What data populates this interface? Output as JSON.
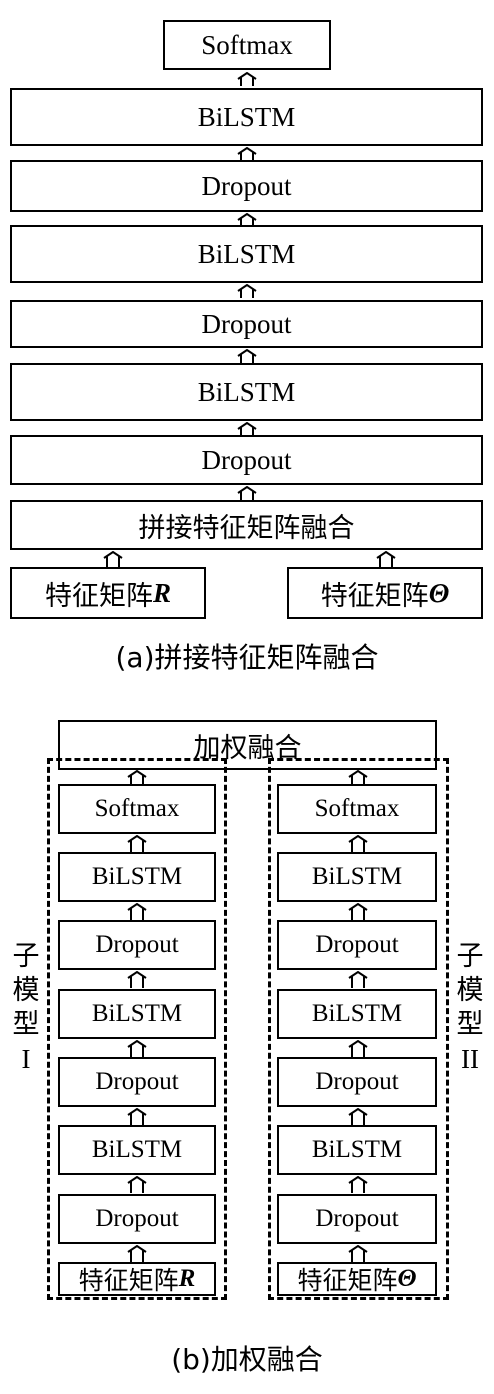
{
  "part_a": {
    "top": "Softmax",
    "layers": [
      "BiLSTM",
      "Dropout",
      "BiLSTM",
      "Dropout",
      "BiLSTM",
      "Dropout"
    ],
    "fusion": "拼接特征矩阵融合",
    "input_left": {
      "text": "特征矩阵",
      "symbol": "R"
    },
    "input_right": {
      "text": "特征矩阵",
      "symbol": "Θ"
    },
    "caption": "(a)拼接特征矩阵融合"
  },
  "part_b": {
    "top": "加权融合",
    "layers": [
      "Softmax",
      "BiLSTM",
      "Dropout",
      "BiLSTM",
      "Dropout",
      "BiLSTM",
      "Dropout"
    ],
    "input_left": {
      "text": "特征矩阵",
      "symbol": "R"
    },
    "input_right": {
      "text": "特征矩阵",
      "symbol": "Θ"
    },
    "label_left": [
      "子",
      "模",
      "型",
      "I"
    ],
    "label_right": [
      "子",
      "模",
      "型",
      "II"
    ],
    "caption": "(b)加权融合"
  }
}
